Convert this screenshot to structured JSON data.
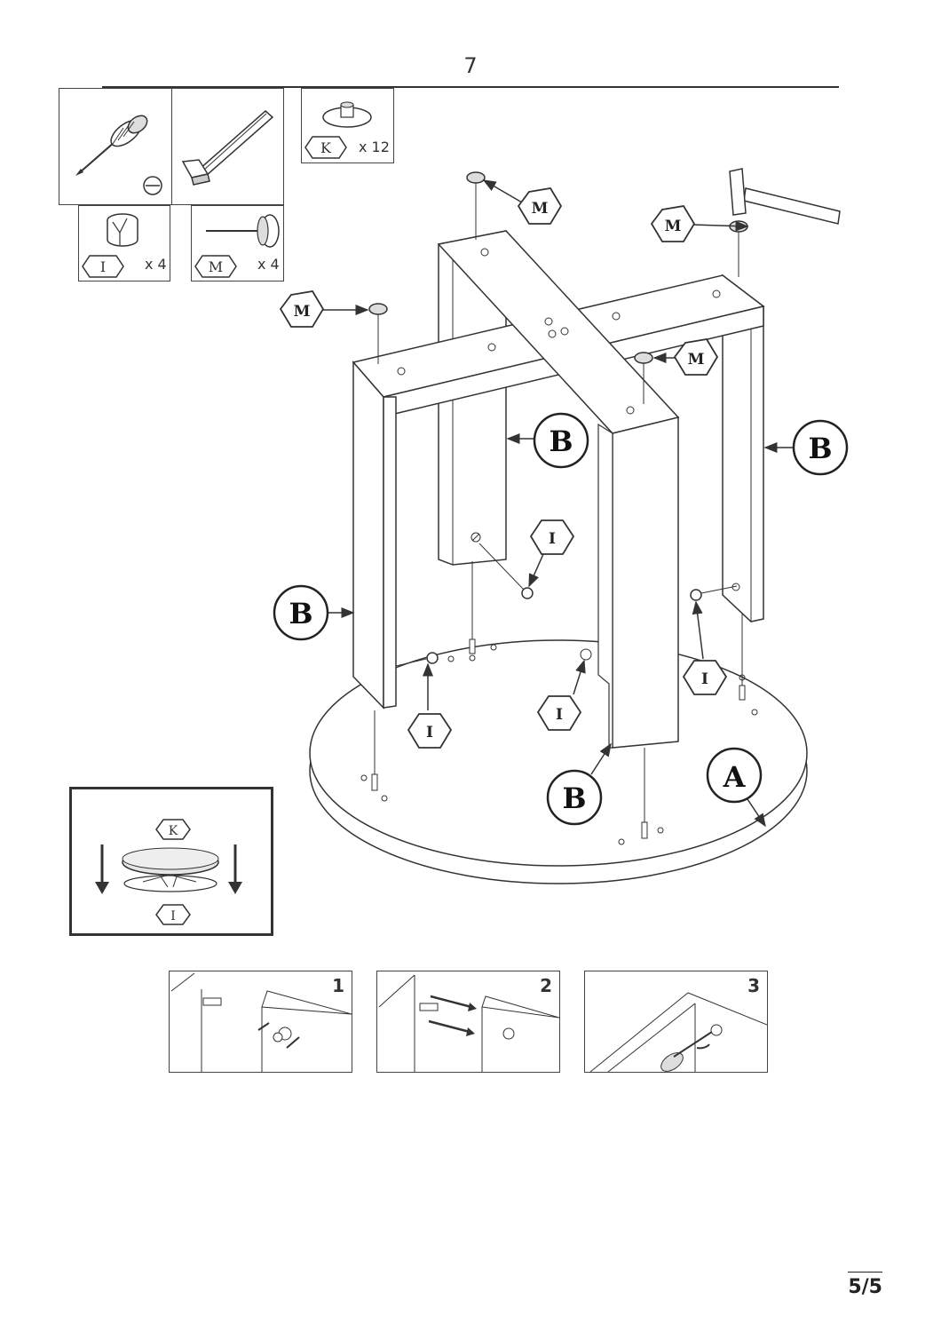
{
  "step": {
    "number": "7"
  },
  "tools": [
    {
      "name": "screwdriver",
      "icon": "screwdriver-icon",
      "extra_icon": "flathead-slot-icon"
    },
    {
      "name": "hammer",
      "icon": "hammer-icon"
    }
  ],
  "hardware": [
    {
      "label": "K",
      "qty": "x 12",
      "icon": "glide-cap-icon"
    },
    {
      "label": "I",
      "qty": "x 4",
      "icon": "cam-lock-icon"
    },
    {
      "label": "M",
      "qty": "x 4",
      "icon": "nail-glide-icon"
    }
  ],
  "diagram": {
    "part_labels": {
      "A": "A",
      "B": "B",
      "I": "I",
      "M": "M"
    }
  },
  "detail_inset": {
    "top_label": "K",
    "bottom_label": "I"
  },
  "sub_steps": [
    {
      "number": "1"
    },
    {
      "number": "2"
    },
    {
      "number": "3"
    }
  ],
  "page": {
    "number": "5/5"
  }
}
